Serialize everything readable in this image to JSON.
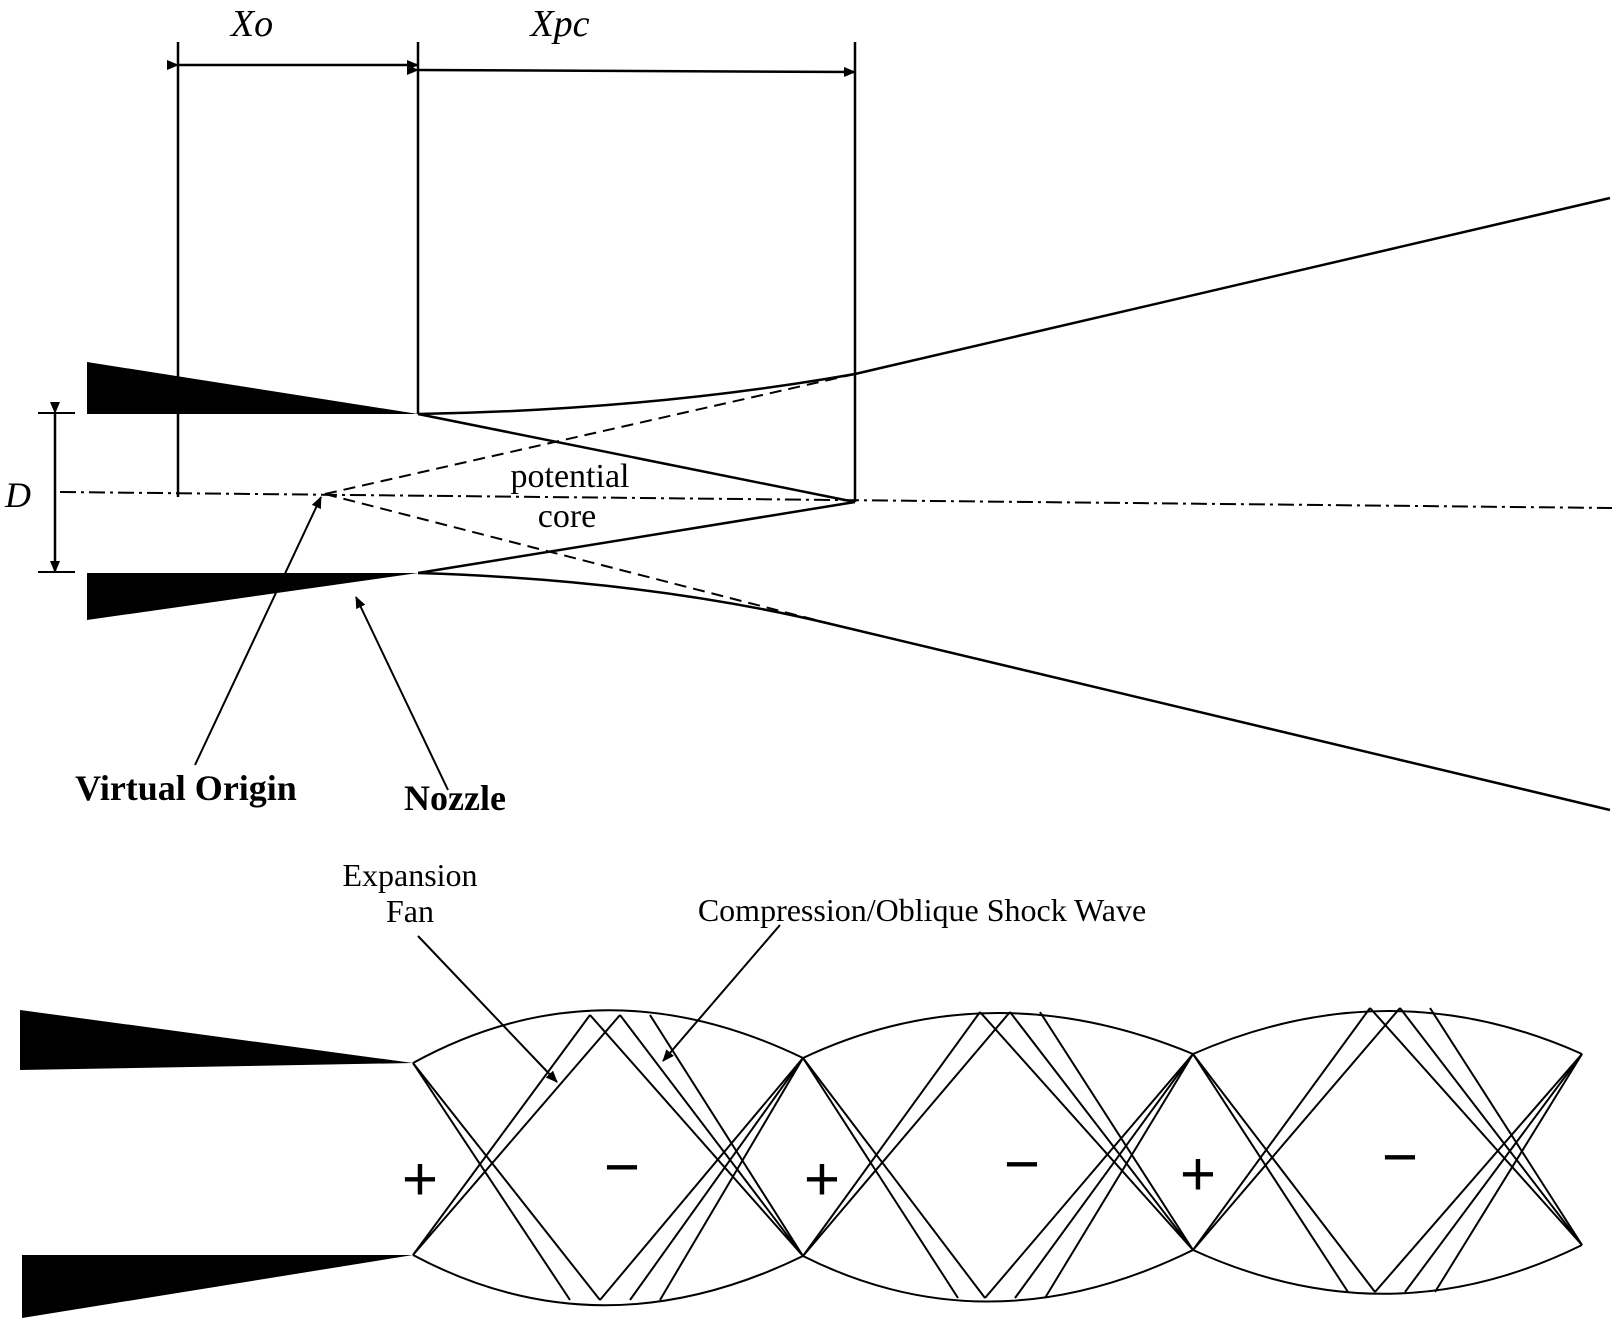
{
  "top_diagram": {
    "dimension_x0": "Xo",
    "dimension_xpc": "Xpc",
    "dimension_d": "D",
    "core_label_line1": "potential",
    "core_label_line2": "core",
    "virtual_origin_label": "Virtual Origin",
    "nozzle_label": "Nozzle"
  },
  "bottom_diagram": {
    "expansion_label_line1": "Expansion",
    "expansion_label_line2": "Fan",
    "shock_label": "Compression/Oblique Shock Wave",
    "cell_signs": [
      "+",
      "−",
      "+",
      "−",
      "+",
      "−"
    ]
  }
}
